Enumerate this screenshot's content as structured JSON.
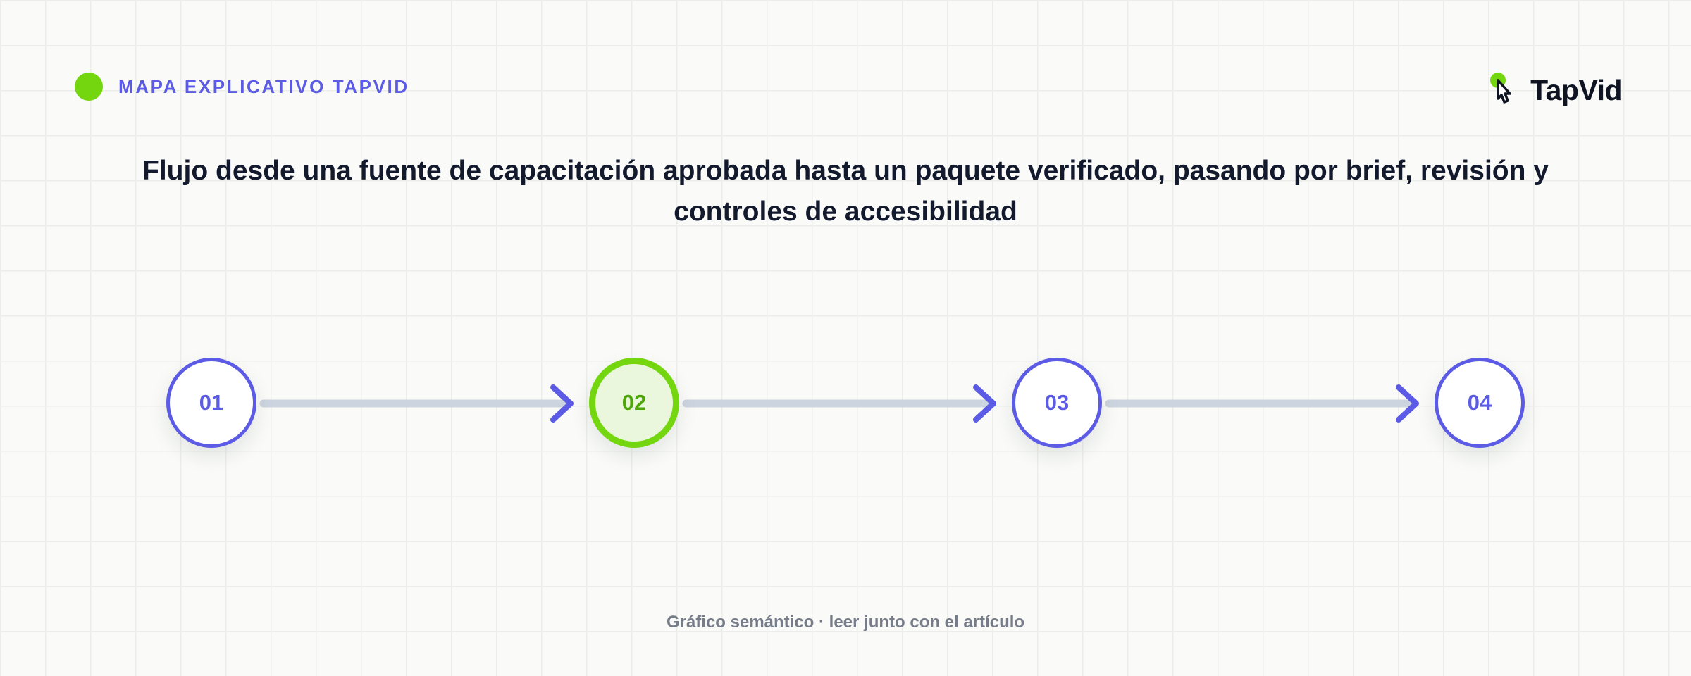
{
  "header": {
    "eyebrow_label": "MAPA EXPLICATIVO TAPVID",
    "brand_name": "TapVid"
  },
  "title": "Flujo desde una fuente de capacitación aprobada hasta un paquete verificado, pasando por brief, revisión y controles de accesibilidad",
  "steps": [
    {
      "label": "01",
      "active": false
    },
    {
      "label": "02",
      "active": true
    },
    {
      "label": "03",
      "active": false
    },
    {
      "label": "04",
      "active": false
    }
  ],
  "footer": "Gráfico semántico · leer junto con el artículo",
  "colors": {
    "accent": "#5b5be6",
    "highlight": "#74d60f",
    "connector": "#ccd4df",
    "text": "#141a2e",
    "muted": "#767c88"
  }
}
